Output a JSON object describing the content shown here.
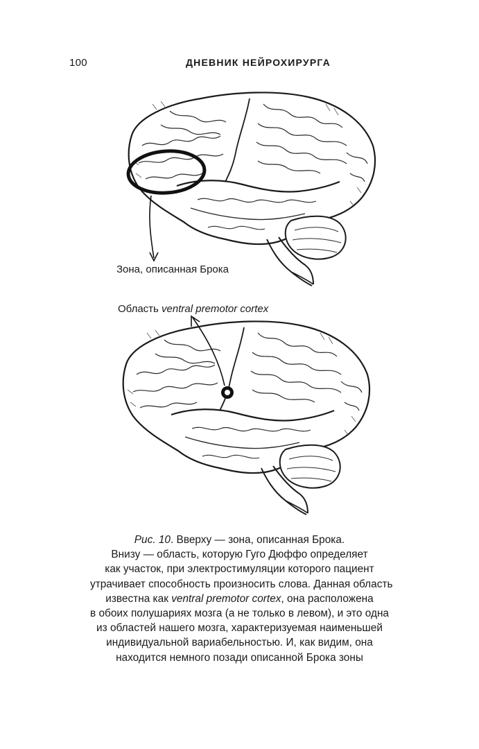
{
  "running_head": {
    "page_number": "100",
    "book_title": "ДНЕВНИК НЕЙРОХИРУРГА"
  },
  "figure": {
    "label_top": "Зона, описанная Брока",
    "label_bottom_prefix": "Область ",
    "label_bottom_term": "ventral premotor cortex"
  },
  "caption": {
    "fig_ref": "Рис. 10",
    "line1_rest": ". Вверху — зона, описанная Брока.",
    "line2": "Внизу — область, которую Гуго Дюффо определяет",
    "line3": "как участок, при электростимуляции которого пациент",
    "line4": "утрачивает способность произносить слова. Данная область",
    "line5_prefix": "известна как ",
    "line5_term": "ventral premotor cortex",
    "line5_suffix": ", она расположена",
    "line6": "в обоих полушариях мозга (а не только в левом), и это одна",
    "line7": "из областей нашего мозга, характеризуемая наименьшей",
    "line8": "индивидуальной вариабельностью. И, как видим, она",
    "line9": "находится немного позади описанной Брока зоны"
  }
}
